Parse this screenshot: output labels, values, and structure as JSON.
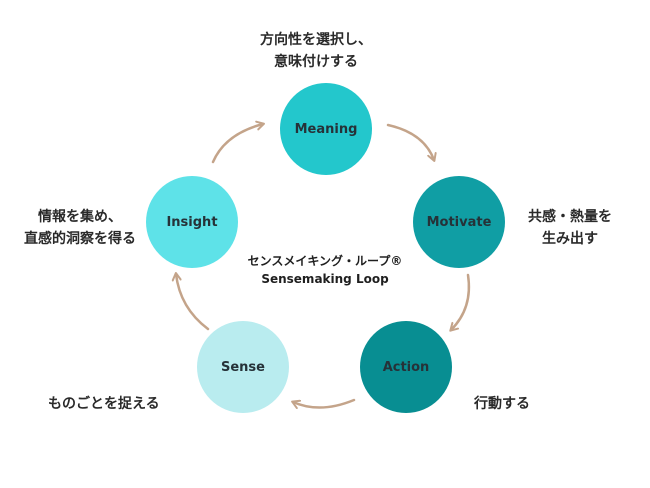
{
  "diagram": {
    "accent": "#c4a48a",
    "center": {
      "title_ja": "センスメイキング・ループ®",
      "title_en": "Sensemaking Loop"
    },
    "nodes": [
      {
        "label": "Meaning",
        "color": "#23c7cc"
      },
      {
        "label": "Motivate",
        "color": "#109ea4"
      },
      {
        "label": "Action",
        "color": "#088e92"
      },
      {
        "label": "Sense",
        "color": "#b9ecef"
      },
      {
        "label": "Insight",
        "color": "#5ee2e8"
      }
    ],
    "descriptions": {
      "meaning": {
        "line1": "方向性を選択し、",
        "line2": "意味付けする"
      },
      "motivate": {
        "line1": "共感・熱量を",
        "line2": "生み出す"
      },
      "action": {
        "line1": "行動する"
      },
      "sense": {
        "line1": "ものごとを捉える"
      },
      "insight": {
        "line1": "情報を集め、",
        "line2": "直感的洞察を得る"
      }
    }
  }
}
